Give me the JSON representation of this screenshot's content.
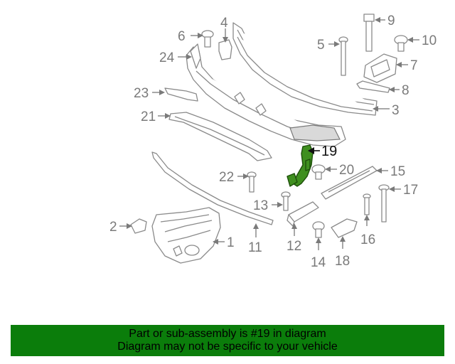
{
  "diagram": {
    "highlighted_part": "19",
    "callouts": [
      "1",
      "2",
      "3",
      "4",
      "5",
      "6",
      "7",
      "8",
      "9",
      "10",
      "11",
      "12",
      "13",
      "14",
      "15",
      "16",
      "17",
      "18",
      "19",
      "20",
      "21",
      "22",
      "23",
      "24"
    ]
  },
  "banner": {
    "line1": "Part or sub-assembly is #19 in diagram",
    "line2": "Diagram may not be specific to your vehicle"
  },
  "colors": {
    "banner_bg": "#0b7d0b",
    "highlight": "#3f8f1f",
    "line_gray": "#8a8a8a"
  }
}
